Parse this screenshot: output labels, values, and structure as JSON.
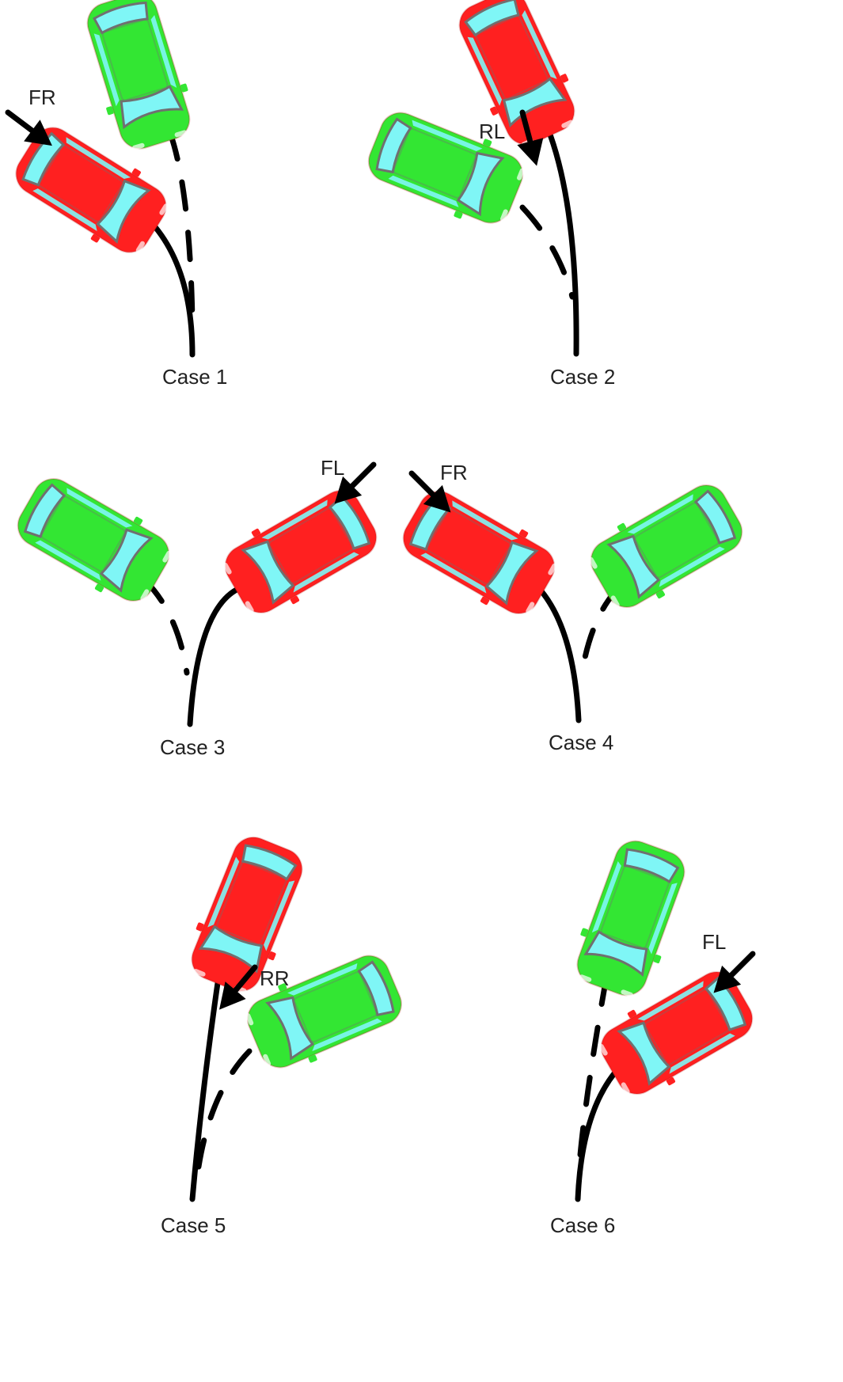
{
  "colors": {
    "red_car": "#ff2020",
    "green_car": "#33e633",
    "glass": "#7ff6f6",
    "trim": "#8a8a8a",
    "path": "#000000"
  },
  "cases": [
    {
      "label": "Case 1",
      "impact": "FR"
    },
    {
      "label": "Case 2",
      "impact": "RL"
    },
    {
      "label": "Case 3",
      "impact": "FL"
    },
    {
      "label": "Case 4",
      "impact": "FR"
    },
    {
      "label": "Case 5",
      "impact": "RR"
    },
    {
      "label": "Case 6",
      "impact": "FL"
    }
  ]
}
